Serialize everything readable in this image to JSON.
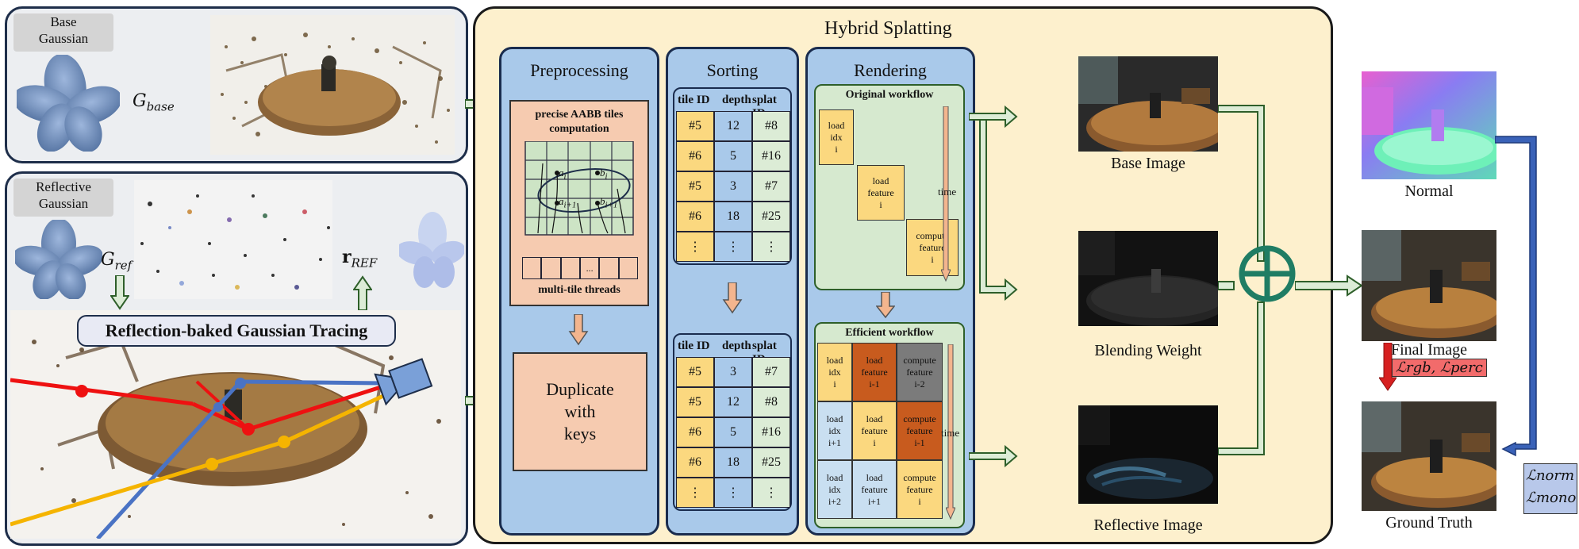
{
  "left": {
    "base_label": "Base\nGaussian",
    "base_symbol": "G",
    "base_sub": "base",
    "refl_label": "Reflective\nGaussian",
    "ref_symbol": "G",
    "ref_sub": "ref",
    "r_symbol": "r",
    "r_sub": "REF",
    "tracing_label": "Reflection-baked Gaussian Tracing"
  },
  "hybrid": {
    "title": "Hybrid Splatting",
    "preprocessing": {
      "title": "Preprocessing",
      "box_title": "precise AABB tiles\ncomputation",
      "grid_labels": [
        "a",
        "i",
        "b",
        "i",
        "a",
        "i+1",
        "b",
        "i+1"
      ],
      "threads_ellipsis": "...",
      "threads_label": "multi-tile threads",
      "duplicate_label": "Duplicate\nwith\nkeys"
    },
    "sorting": {
      "title": "Sorting",
      "headers": [
        "tile ID",
        "depth",
        "splat ID"
      ],
      "table_top": [
        [
          "#5",
          "12",
          "#8"
        ],
        [
          "#6",
          "5",
          "#16"
        ],
        [
          "#5",
          "3",
          "#7"
        ],
        [
          "#6",
          "18",
          "#25"
        ],
        [
          "⋮",
          "⋮",
          "⋮"
        ]
      ],
      "table_bottom": [
        [
          "#5",
          "3",
          "#7"
        ],
        [
          "#5",
          "12",
          "#8"
        ],
        [
          "#6",
          "5",
          "#16"
        ],
        [
          "#6",
          "18",
          "#25"
        ],
        [
          "⋮",
          "⋮",
          "⋮"
        ]
      ]
    },
    "rendering": {
      "title": "Rendering",
      "original_title": "Original workflow",
      "original_steps": [
        "load\nidx\ni",
        "load\nfeature\ni",
        "compute\nfeature\ni"
      ],
      "time_label": "time",
      "efficient_title": "Efficient workflow",
      "efficient_grid": [
        [
          "load\nidx\ni",
          "load\nfeature\ni-1",
          "compute\nfeature\ni-2"
        ],
        [
          "load\nidx\ni+1",
          "load\nfeature\ni",
          "compute\nfeature\ni-1"
        ],
        [
          "load\nidx\ni+2",
          "load\nfeature\ni+1",
          "compute\nfeature\ni"
        ]
      ]
    }
  },
  "outputs": {
    "base_image": "Base Image",
    "blending_weight": "Blending Weight",
    "reflective_image": "Reflective Image",
    "normal": "Normal",
    "final_image": "Final Image",
    "ground_truth": "Ground Truth",
    "loss_rgb": "ℒrgb, ℒperc",
    "loss_norm": "ℒnorm",
    "loss_mono": "ℒmono"
  },
  "colors": {
    "panel_border": "#1e2e4a",
    "hybrid_bg": "#fdf0cd",
    "column_bg": "#a9c9ea",
    "workflow_bg": "#d6e9cf",
    "preproc_box": "#f6cbb0",
    "cell_yellow": "#fbd87f",
    "cell_green": "#dcecd6",
    "cell_orange": "#c85b1e",
    "plus_teal": "#1f7d64",
    "loss_red_bg": "#f26b6b",
    "loss_blue_bg": "#b8c8ea"
  }
}
